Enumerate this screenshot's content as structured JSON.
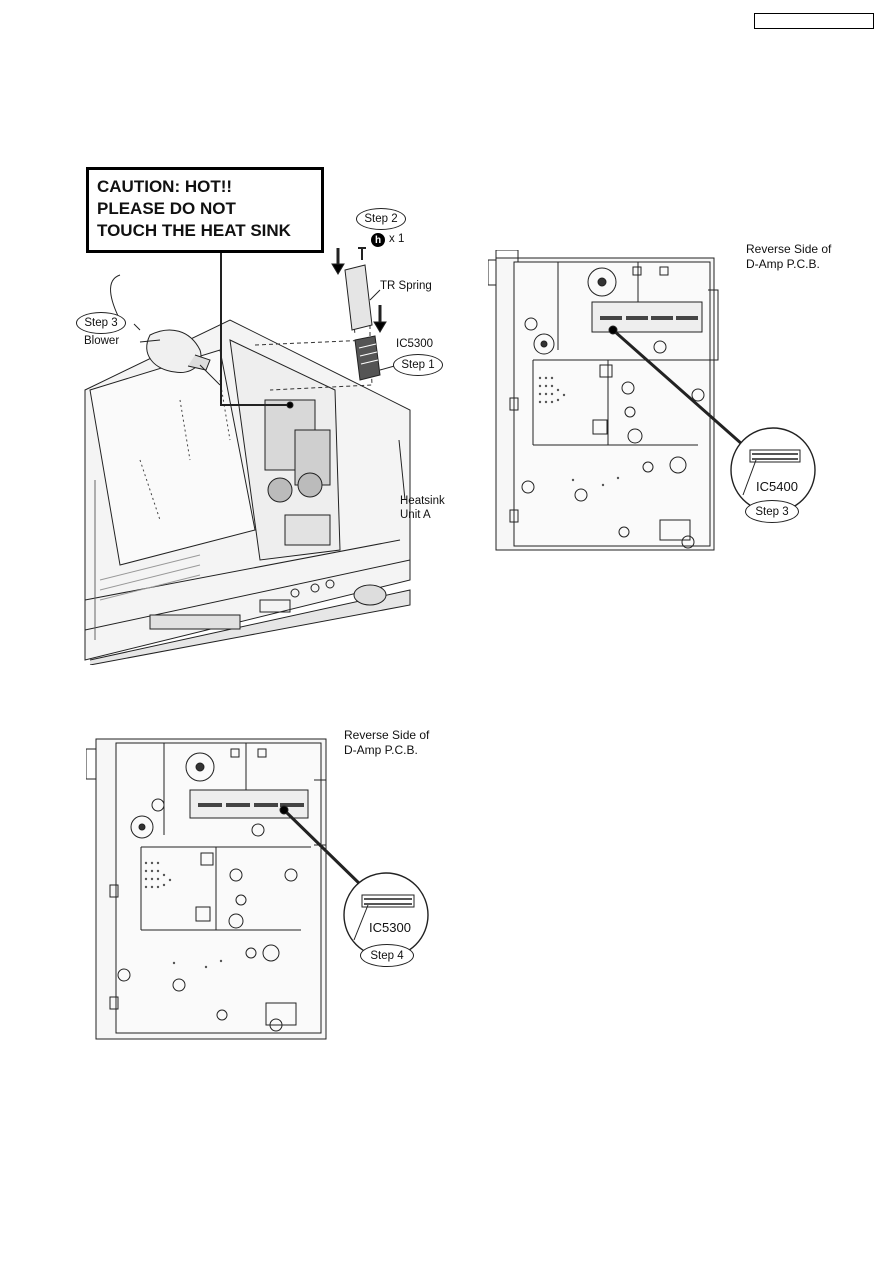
{
  "caution": {
    "line1": "CAUTION: HOT!!",
    "line2": "PLEASE DO NOT",
    "line3": "TOUCH THE HEAT SINK"
  },
  "figure1": {
    "step2": "Step 2",
    "screw_count": "x 1",
    "screw_symbol": "h",
    "tr_spring": "TR Spring",
    "ic": "IC5300",
    "step1": "Step 1",
    "step3": "Step 3",
    "blower": "Blower",
    "heatsink_line1": "Heatsink",
    "heatsink_line2": "Unit A"
  },
  "figure2": {
    "reverse_line1": "Reverse Side of",
    "reverse_line2": "D-Amp P.C.B.",
    "ic": "IC5400",
    "step": "Step 3"
  },
  "figure3": {
    "reverse_line1": "Reverse Side of",
    "reverse_line2": "D-Amp P.C.B.",
    "ic": "IC5300",
    "step": "Step 4"
  }
}
